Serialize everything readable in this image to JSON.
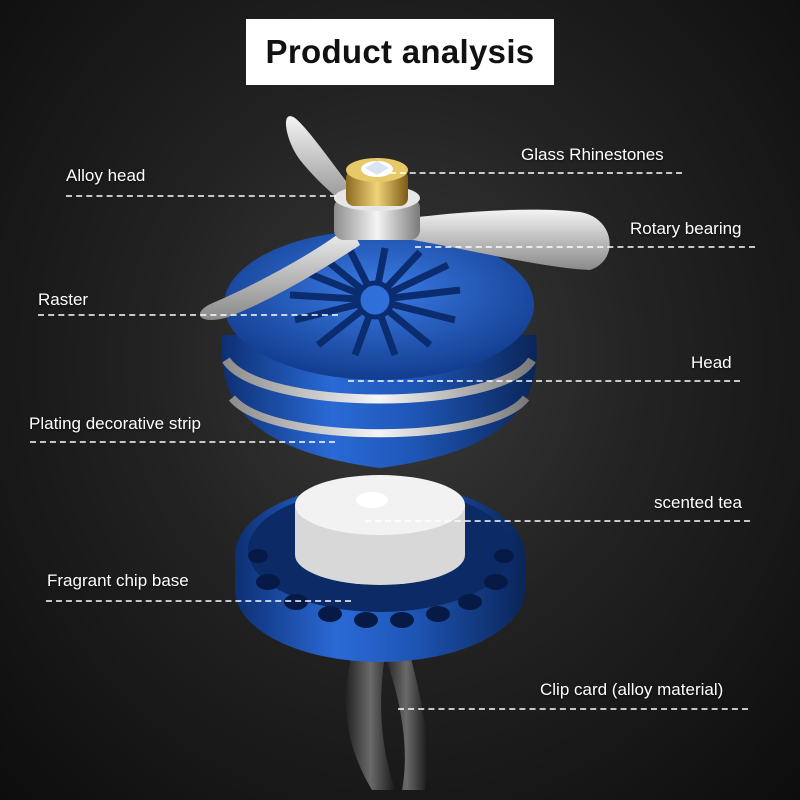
{
  "title": "Product analysis",
  "colors": {
    "background": "#1a1a1a",
    "product_blue": "#1f57b8",
    "accent_silver": "#d6d6d6",
    "gem_gold": "#c9a23c"
  },
  "product_illustration": "car-air-vent-fan-freshener",
  "labels": {
    "alloy_head": "Alloy head",
    "glass_rhinestones": "Glass Rhinestones",
    "rotary_bearing": "Rotary bearing",
    "raster": "Raster",
    "head": "Head",
    "plating_strip": "Plating decorative strip",
    "scented_tea": "scented tea",
    "chip_base": "Fragrant chip base",
    "clip_card": "Clip card (alloy material)"
  }
}
